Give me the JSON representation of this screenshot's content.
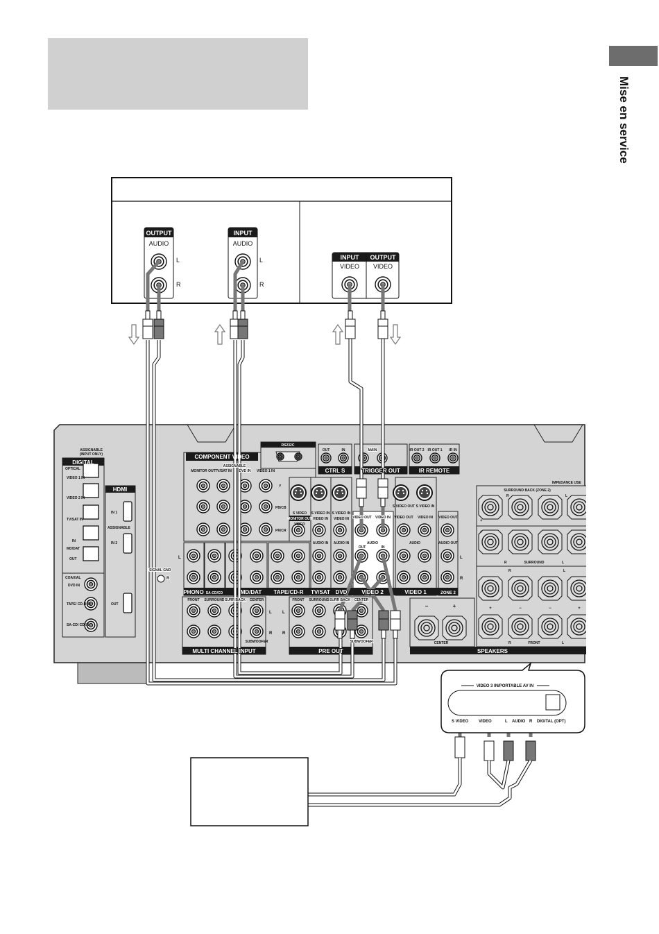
{
  "side_tab": {
    "label": "Mise en service",
    "color": "#6d6d6d"
  },
  "top_box": {
    "color": "#d0d0d0"
  },
  "device": {
    "output_audio": {
      "header": "OUTPUT",
      "label": "AUDIO",
      "l": "L",
      "r": "R"
    },
    "input_audio": {
      "header": "INPUT",
      "label": "AUDIO",
      "l": "L",
      "r": "R"
    },
    "input_video": {
      "header": "INPUT",
      "label": "VIDEO"
    },
    "output_video": {
      "header": "OUTPUT",
      "label": "VIDEO"
    }
  },
  "receiver": {
    "digital": {
      "assignable": "ASSIGNABLE",
      "input_only": "(INPUT ONLY)",
      "header": "DIGITAL",
      "optical": "OPTICAL",
      "video1_in": "VIDEO 1 IN",
      "video2_in": "VIDEO 2 IN",
      "tvsat_in": "TV/SAT IN",
      "in": "IN",
      "mddat": "MD/DAT",
      "out": "OUT",
      "coaxial": "COAXIAL",
      "dvd_in": "DVD IN",
      "tape_in": "TAPE/ CD-R IN",
      "sacd_in": "SA-CD/ CD IN"
    },
    "hdmi": {
      "header": "HDMI",
      "in1": "IN 1",
      "assignable": "ASSIGNABLE",
      "in2": "IN 2",
      "out": "OUT"
    },
    "signal_gnd": "SIGNAL GND",
    "component_video": {
      "header": "COMPONENT VIDEO",
      "assignable": "ASSIGNABLE",
      "monitor_out": "MONITOR OUT",
      "tvsat_in": "TV/SAT IN",
      "dvd_in": "DVD IN",
      "video1_in": "VIDEO 1 IN",
      "y": "Y",
      "pb": "PB/CB",
      "pr": "PR/CR"
    },
    "rs232c": "RS232C",
    "ctrl_s": {
      "header": "CTRL S",
      "out": "OUT",
      "in": "IN"
    },
    "trigger_out": {
      "header": "TRIGGER OUT",
      "main": "MAIN"
    },
    "ir_remote": {
      "header": "IR REMOTE",
      "out2": "IR OUT 2",
      "out1": "IR OUT 1",
      "in": "IR IN"
    },
    "video_labels": {
      "s_video": "S VIDEO",
      "monitor_out": "MONITOR OUT",
      "video": "VIDEO",
      "s_video_in": "S VIDEO IN",
      "s_video_out": "S VIDEO OUT",
      "video_in": "VIDEO IN",
      "video_out": "VIDEO OUT",
      "audio_in": "AUDIO IN",
      "audio_out": "AUDIO OUT",
      "audio": "AUDIO",
      "out": "OUT",
      "in": "IN"
    },
    "audio_sections": {
      "phono": "PHONO",
      "sacd": "SA-CD/CD",
      "mddat": "MD/DAT",
      "tape": "TAPE/CD-R",
      "tvsat": "TV/SAT",
      "dvd": "DVD",
      "video2": "VIDEO 2",
      "video1": "VIDEO 1",
      "zone2": "ZONE 2",
      "l": "L",
      "r": "R"
    },
    "multi_channel": {
      "header": "MULTI CHANNEL INPUT",
      "front": "FRONT",
      "surround": "SURROUND",
      "surr_back": "SURR BACK",
      "center": "CENTER",
      "subwoofer": "SUBWOOFER"
    },
    "pre_out": {
      "header": "PRE OUT",
      "front": "FRONT",
      "surround": "SURROUND",
      "surr_back": "SURR BACK",
      "center": "CENTER",
      "subwoofer": "SUBWOOFER"
    },
    "speakers": {
      "header": "SPEAKERS",
      "impedance": "IMPEDANCE USE",
      "surround_back": "SURROUND BACK (ZONE 2)",
      "surround": "SURROUND",
      "front": "FRONT",
      "center": "CENTER",
      "plus": "+",
      "minus": "−",
      "r": "R",
      "l": "L"
    }
  },
  "front_panel": {
    "title": "VIDEO 3 IN/PORTABLE AV IN",
    "s_video": "S VIDEO",
    "video": "VIDEO",
    "l": "L",
    "audio": "AUDIO",
    "r": "R",
    "digital": "DIGITAL (OPT)"
  }
}
